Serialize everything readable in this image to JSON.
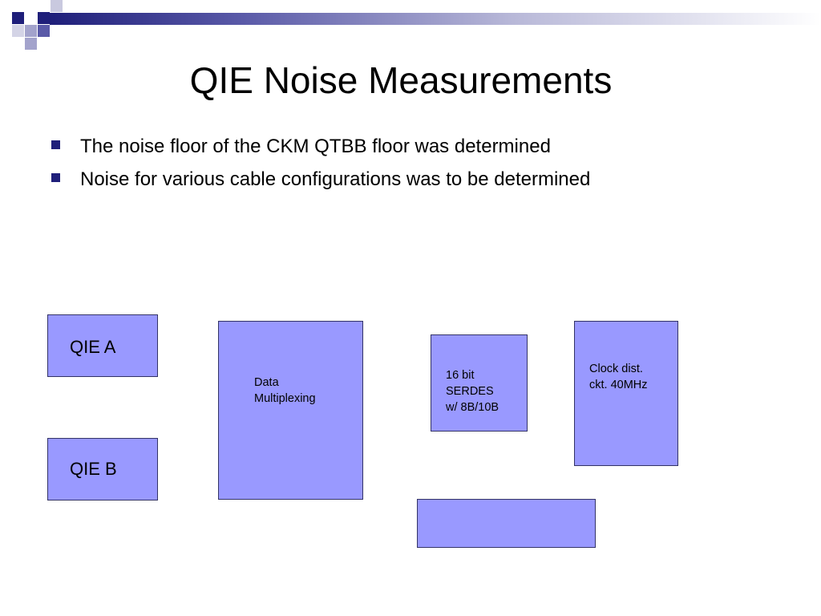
{
  "colors": {
    "accent_dark": "#1f1f7a",
    "accent_mid": "#5a5aa8",
    "accent_light": "#a3a3cc",
    "block_fill": "#9999ff",
    "block_border": "#333366",
    "bullet": "#1f1f7a"
  },
  "title": "QIE Noise Measurements",
  "bullets": [
    "The noise floor of the CKM QTBB floor was determined",
    "Noise for various cable configurations was to be determined"
  ],
  "blocks": {
    "qie_a": "QIE A",
    "qie_b": "QIE B",
    "mux": "Data\nMultiplexing",
    "serdes": "16 bit\nSERDES\nw/ 8B/10B",
    "clock": "Clock dist.\nckt.  40MHz",
    "bottom": ""
  }
}
